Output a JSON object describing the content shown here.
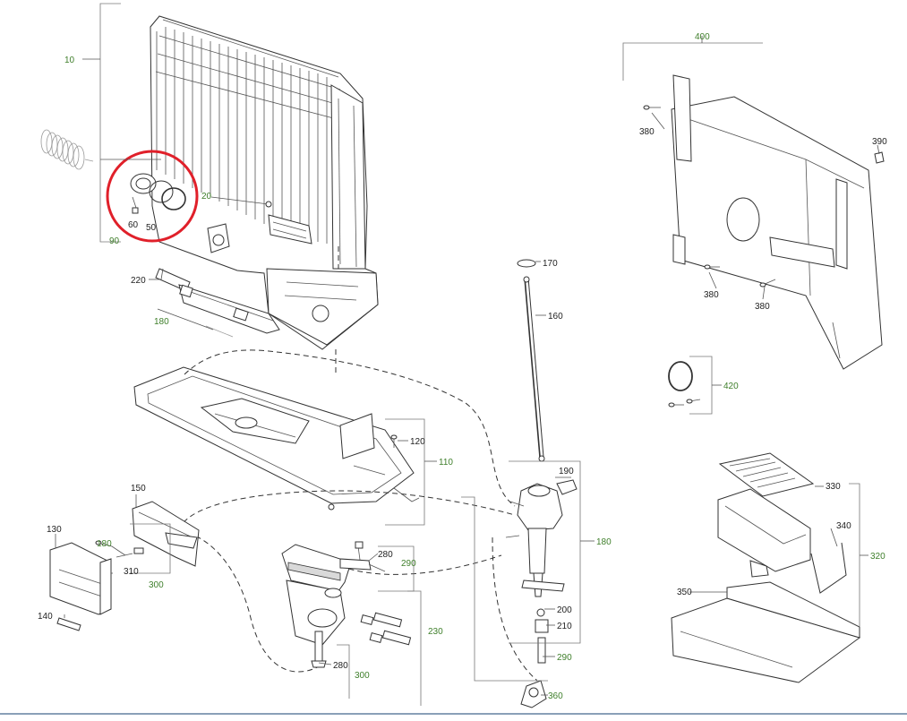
{
  "diagram": {
    "highlight_color": "#e0202a",
    "label_color_black": "#222222",
    "label_color_green": "#3f7f2b",
    "callouts": [
      {
        "id": "c10",
        "text": "10",
        "color": "green"
      },
      {
        "id": "c90",
        "text": "90",
        "color": "green"
      },
      {
        "id": "c60",
        "text": "60",
        "color": "black"
      },
      {
        "id": "c50",
        "text": "50",
        "color": "black"
      },
      {
        "id": "c20",
        "text": "20",
        "color": "green"
      },
      {
        "id": "c220",
        "text": "220",
        "color": "black"
      },
      {
        "id": "c180a",
        "text": "180",
        "color": "green"
      },
      {
        "id": "c120",
        "text": "120",
        "color": "black"
      },
      {
        "id": "c110",
        "text": "110",
        "color": "green"
      },
      {
        "id": "c150",
        "text": "150",
        "color": "black"
      },
      {
        "id": "c130",
        "text": "130",
        "color": "black"
      },
      {
        "id": "c180b",
        "text": "180",
        "color": "green"
      },
      {
        "id": "c310",
        "text": "310",
        "color": "black"
      },
      {
        "id": "c300a",
        "text": "300",
        "color": "green"
      },
      {
        "id": "c140",
        "text": "140",
        "color": "black"
      },
      {
        "id": "c280a",
        "text": "280",
        "color": "black"
      },
      {
        "id": "c290a",
        "text": "290",
        "color": "green"
      },
      {
        "id": "c230",
        "text": "230",
        "color": "green"
      },
      {
        "id": "c280b",
        "text": "280",
        "color": "black"
      },
      {
        "id": "c300b",
        "text": "300",
        "color": "green"
      },
      {
        "id": "c170",
        "text": "170",
        "color": "black"
      },
      {
        "id": "c160",
        "text": "160",
        "color": "black"
      },
      {
        "id": "c190",
        "text": "190",
        "color": "black"
      },
      {
        "id": "c180c",
        "text": "180",
        "color": "green"
      },
      {
        "id": "c200",
        "text": "200",
        "color": "black"
      },
      {
        "id": "c210",
        "text": "210",
        "color": "black"
      },
      {
        "id": "c290b",
        "text": "290",
        "color": "green"
      },
      {
        "id": "c360",
        "text": "360",
        "color": "green"
      },
      {
        "id": "c400",
        "text": "400",
        "color": "green"
      },
      {
        "id": "c380a",
        "text": "380",
        "color": "black"
      },
      {
        "id": "c390",
        "text": "390",
        "color": "black"
      },
      {
        "id": "c380b",
        "text": "380",
        "color": "black"
      },
      {
        "id": "c380c",
        "text": "380",
        "color": "black"
      },
      {
        "id": "c420",
        "text": "420",
        "color": "green"
      },
      {
        "id": "c330",
        "text": "330",
        "color": "black"
      },
      {
        "id": "c340",
        "text": "340",
        "color": "black"
      },
      {
        "id": "c320",
        "text": "320",
        "color": "green"
      },
      {
        "id": "c350",
        "text": "350",
        "color": "black"
      }
    ]
  }
}
